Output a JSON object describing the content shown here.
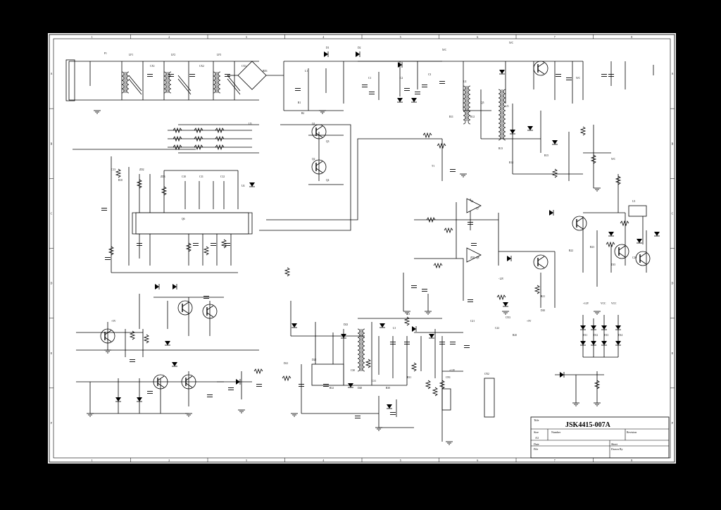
{
  "title_block": {
    "model": "JSK4415-007A",
    "title_label": "Title",
    "size_label": "Size",
    "size_value": "A3",
    "number_label": "Number",
    "revision_label": "Revision",
    "date_label": "Date",
    "file_label": "File",
    "sheet_label": "Sheet",
    "drawn_by_label": "Drawn By"
  },
  "border": {
    "columns": [
      "1",
      "2",
      "3",
      "4",
      "5",
      "6",
      "7",
      "8"
    ],
    "rows": [
      "A",
      "B",
      "C",
      "D",
      "E",
      "F"
    ]
  },
  "component_labels": [
    "F1",
    "LF1",
    "LF2",
    "LF3",
    "CX1",
    "CX2",
    "CX3",
    "BD1",
    "L1",
    "D1",
    "D2",
    "C1",
    "C2",
    "C3",
    "R1",
    "R2",
    "Q1",
    "Q2",
    "Q3",
    "Q4",
    "Q5",
    "Q6",
    "Q7",
    "Q8",
    "U1",
    "U2",
    "U3",
    "U4",
    "U5",
    "T1",
    "T2",
    "ZD1",
    "ZD2",
    "ZD3",
    "C10",
    "C11",
    "C12",
    "C13",
    "R10",
    "R11",
    "R12",
    "R13",
    "R14",
    "R15",
    "N/C",
    "N/C",
    "N/C",
    "N/C",
    "+5V",
    "+5V",
    "+12V",
    "+12V",
    "VCC",
    "VCC",
    "-12V",
    "D10",
    "D11",
    "D12",
    "D13",
    "D14",
    "D15",
    "C20",
    "C21",
    "C22",
    "R20",
    "R21",
    "R22",
    "R23",
    "CN1",
    "CN2",
    "CN3",
    "L2",
    "L3",
    "C30",
    "C31",
    "R30",
    "R31",
    "R32",
    "D20",
    "D21",
    "D22",
    "D23"
  ]
}
